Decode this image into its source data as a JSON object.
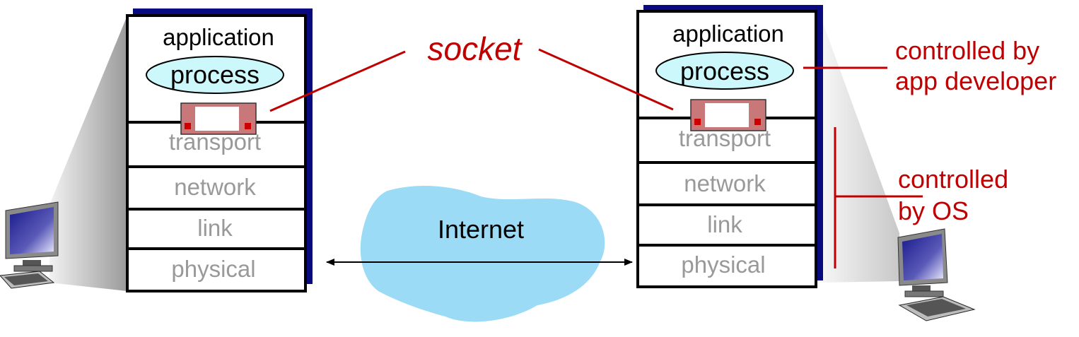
{
  "left_host": {
    "application_label": "application",
    "process_label": "process",
    "layers": [
      "transport",
      "network",
      "link",
      "physical"
    ]
  },
  "right_host": {
    "application_label": "application",
    "process_label": "process",
    "layers": [
      "transport",
      "network",
      "link",
      "physical"
    ]
  },
  "socket_label": "socket",
  "internet_label": "Internet",
  "annotations": {
    "app_developer": [
      "controlled by",
      "app developer"
    ],
    "os": [
      "controlled",
      "by OS"
    ]
  },
  "colors": {
    "annotation": "#c00000",
    "process_fill": "#ccf7fb",
    "cloud_fill": "#9bdbf5",
    "stack_shadow": "#0a0a80",
    "layer_text": "#999999",
    "socket_fill": "#c9787a",
    "socket_dot": "#cc0000"
  }
}
